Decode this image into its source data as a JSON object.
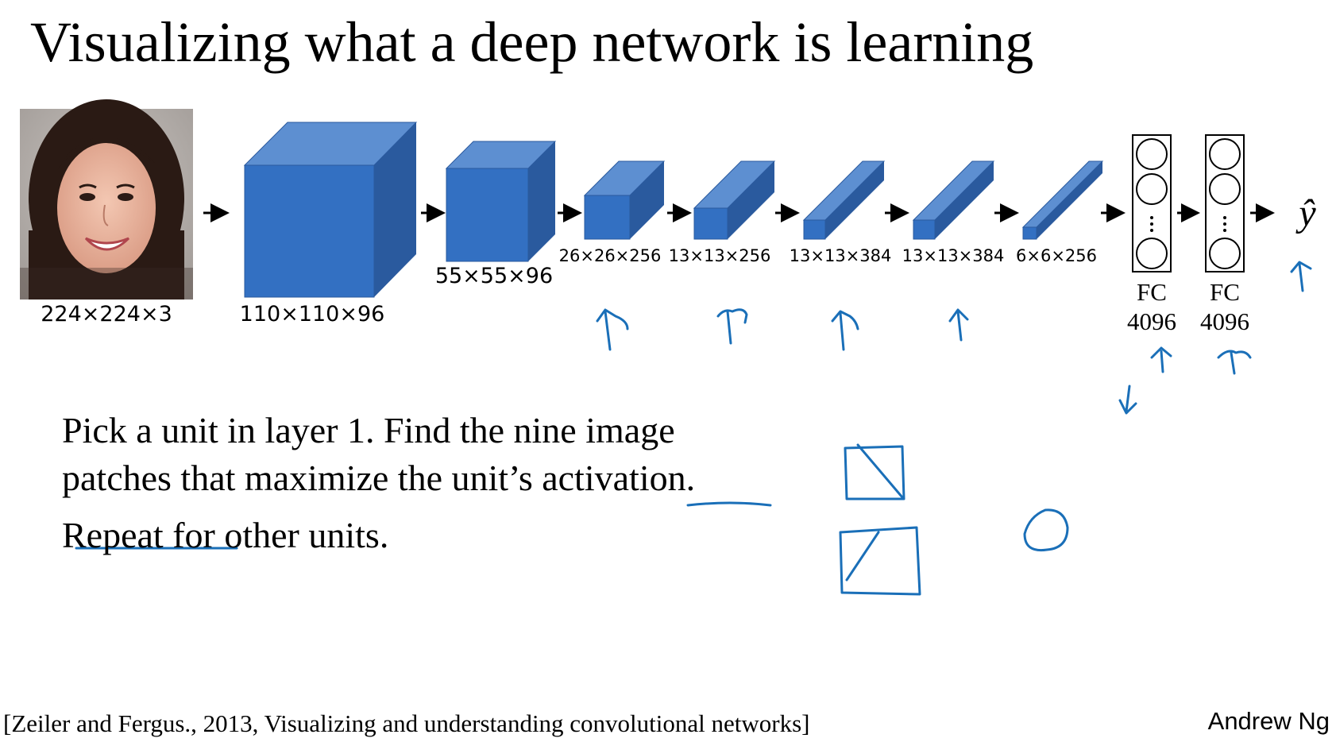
{
  "slide": {
    "title": "Visualizing what a deep network is learning",
    "network": {
      "input_label": "224×224×3",
      "layers": [
        {
          "label": "110×110×96"
        },
        {
          "label": "55×55×96"
        },
        {
          "label": "26×26×256"
        },
        {
          "label": "13×13×256"
        },
        {
          "label": "13×13×384"
        },
        {
          "label": "13×13×384"
        },
        {
          "label": "6×6×256"
        }
      ],
      "fc_layers": [
        {
          "type": "FC",
          "units": "4096"
        },
        {
          "type": "FC",
          "units": "4096"
        }
      ],
      "output_label": "ŷ"
    },
    "bullets": [
      "Pick a unit in layer 1. Find the nine image patches that maximize the unit’s activation.",
      "Repeat for other units."
    ],
    "citation": "[Zeiler and Fergus., 2013, Visualizing and understanding convolutional networks]",
    "author": "Andrew Ng"
  },
  "colors": {
    "cube_front": "#3370c2",
    "cube_top": "#5d8fd1",
    "cube_side": "#2a5a9e",
    "annotation_ink": "#1a6fb8"
  },
  "icons": [
    "face-photo",
    "arrow-right-icon",
    "fc-neuron-icon"
  ]
}
